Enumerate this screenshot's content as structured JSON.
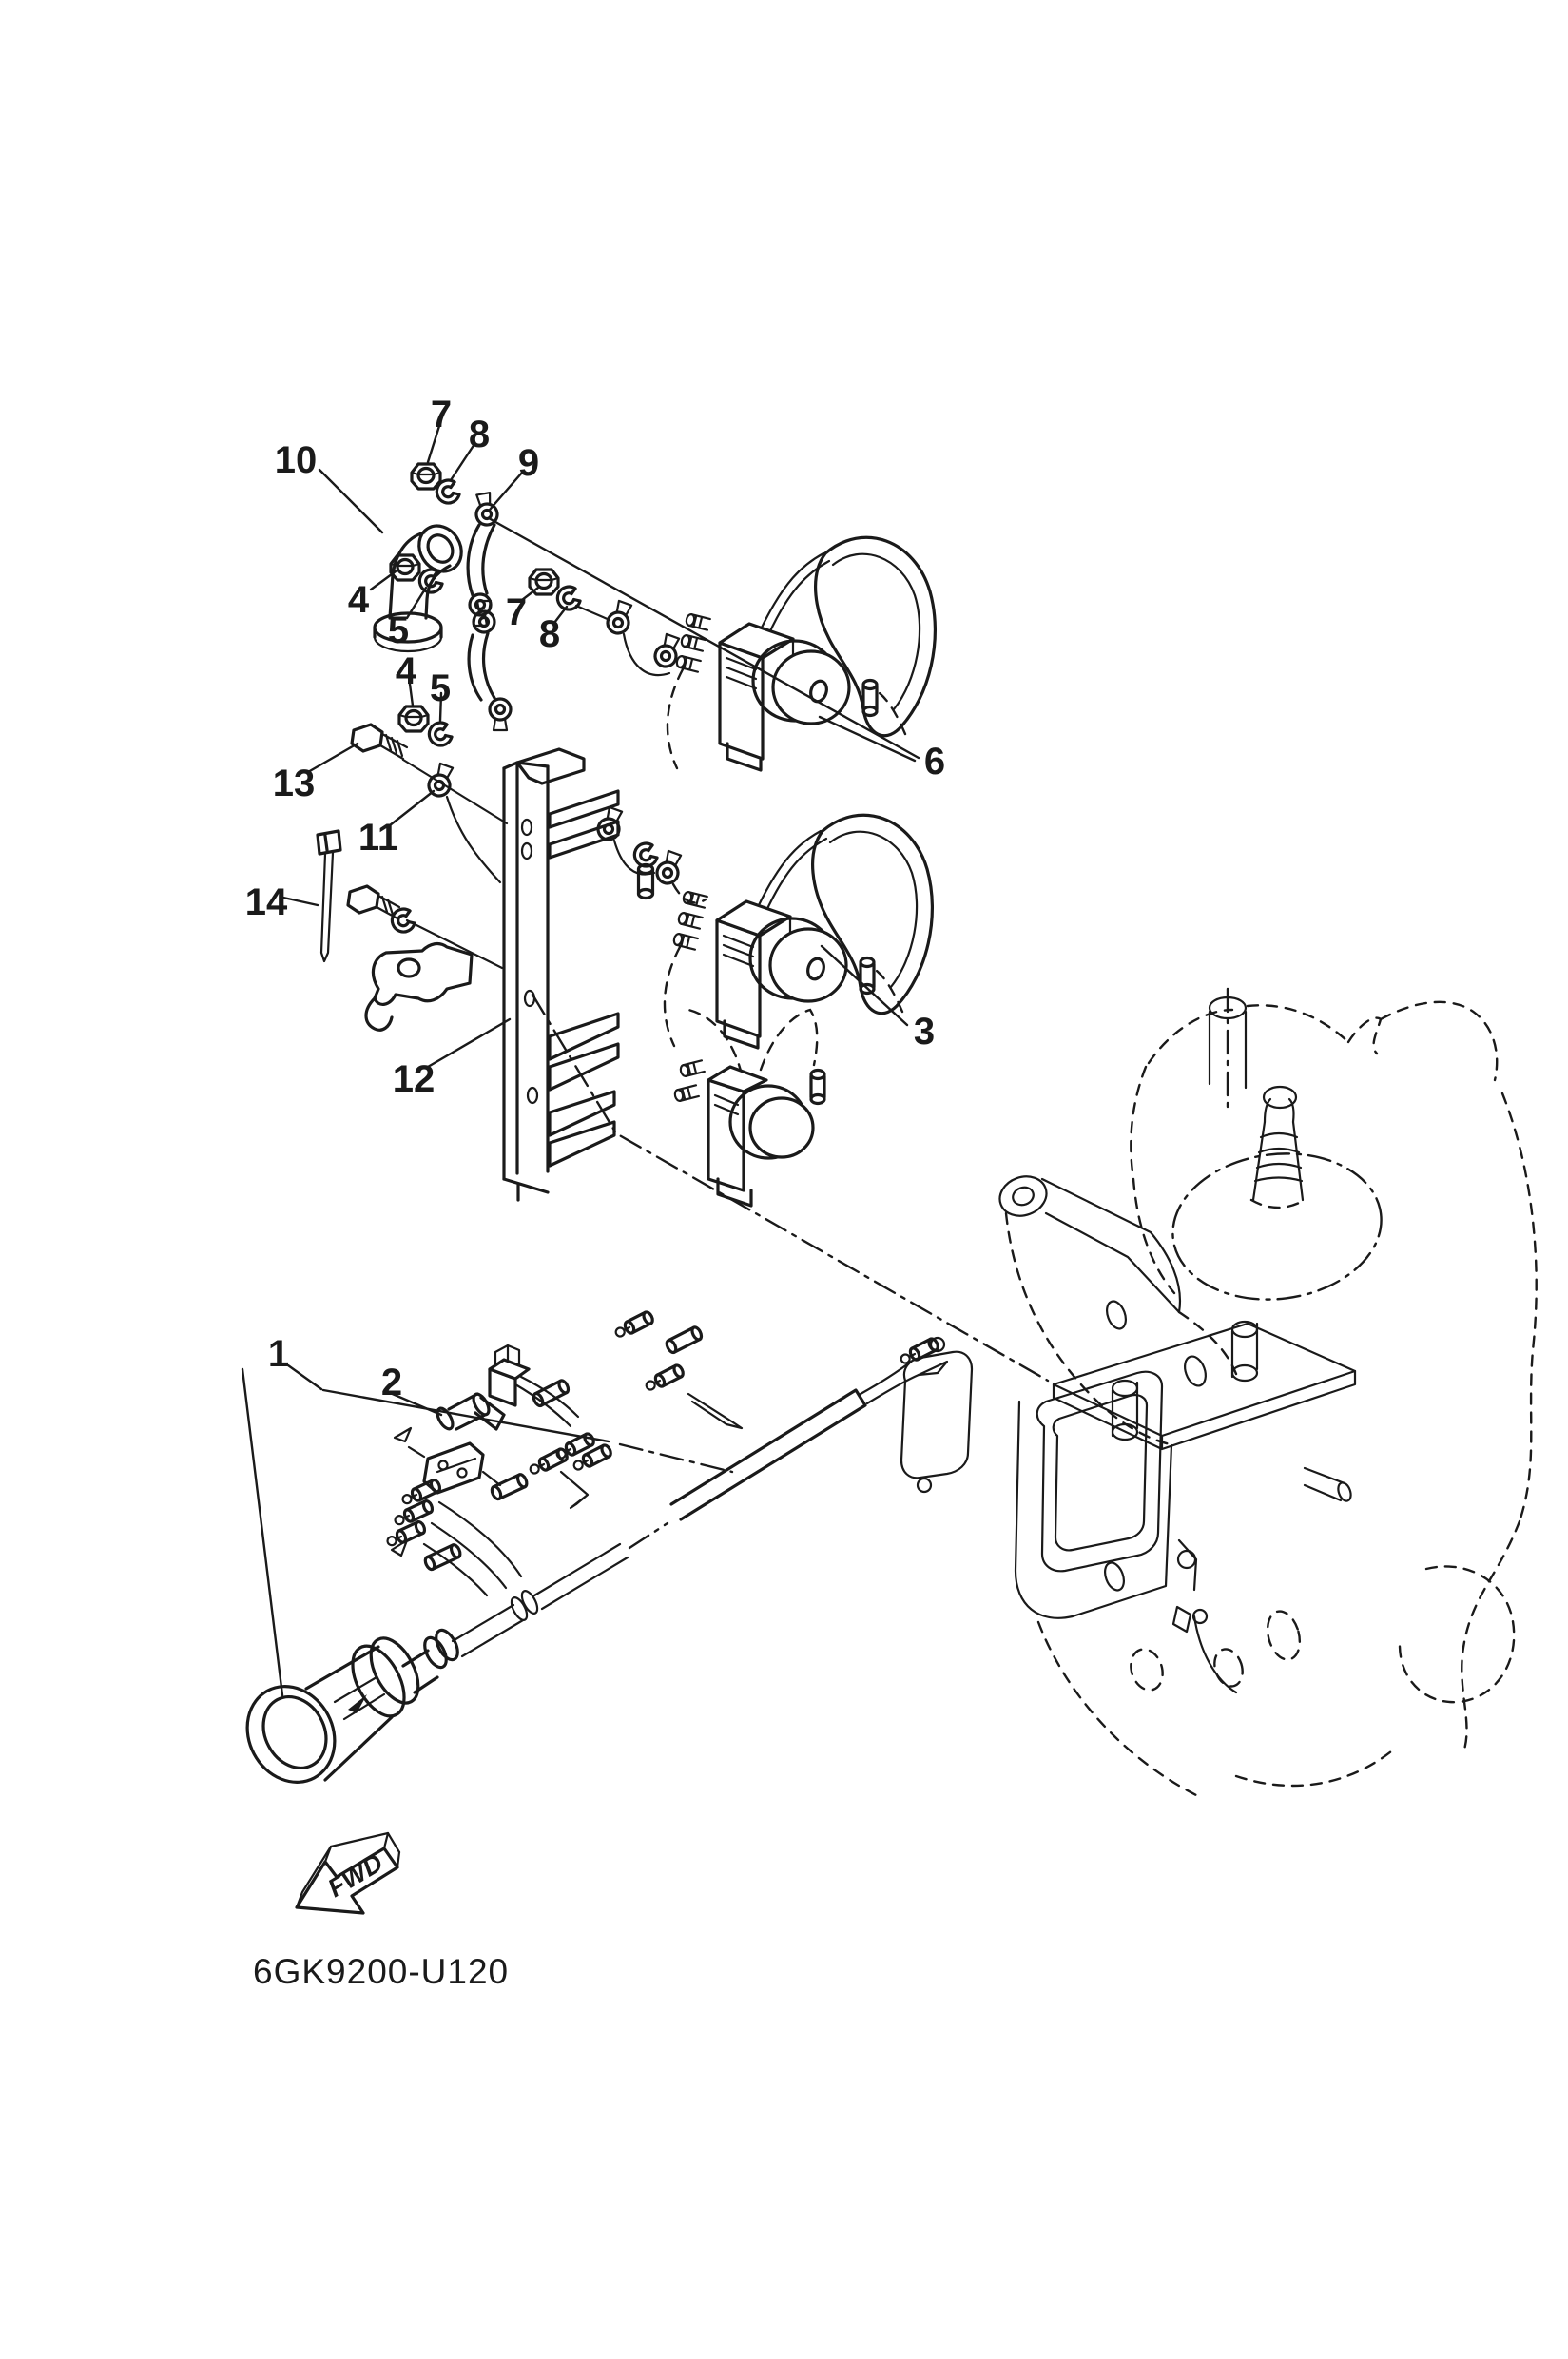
{
  "diagram": {
    "code": "6GK9200-U120",
    "fwd": "FWD",
    "ink": "#1a1a1a",
    "paper": "#ffffff"
  },
  "callouts": [
    {
      "label": "10"
    },
    {
      "label": "7"
    },
    {
      "label": "8"
    },
    {
      "label": "9"
    },
    {
      "label": "4"
    },
    {
      "label": "5"
    },
    {
      "label": "7"
    },
    {
      "label": "8"
    },
    {
      "label": "4"
    },
    {
      "label": "5"
    },
    {
      "label": "13"
    },
    {
      "label": "11"
    },
    {
      "label": "14"
    },
    {
      "label": "12"
    },
    {
      "label": "6"
    },
    {
      "label": "3"
    },
    {
      "label": "1"
    },
    {
      "label": "2"
    }
  ]
}
